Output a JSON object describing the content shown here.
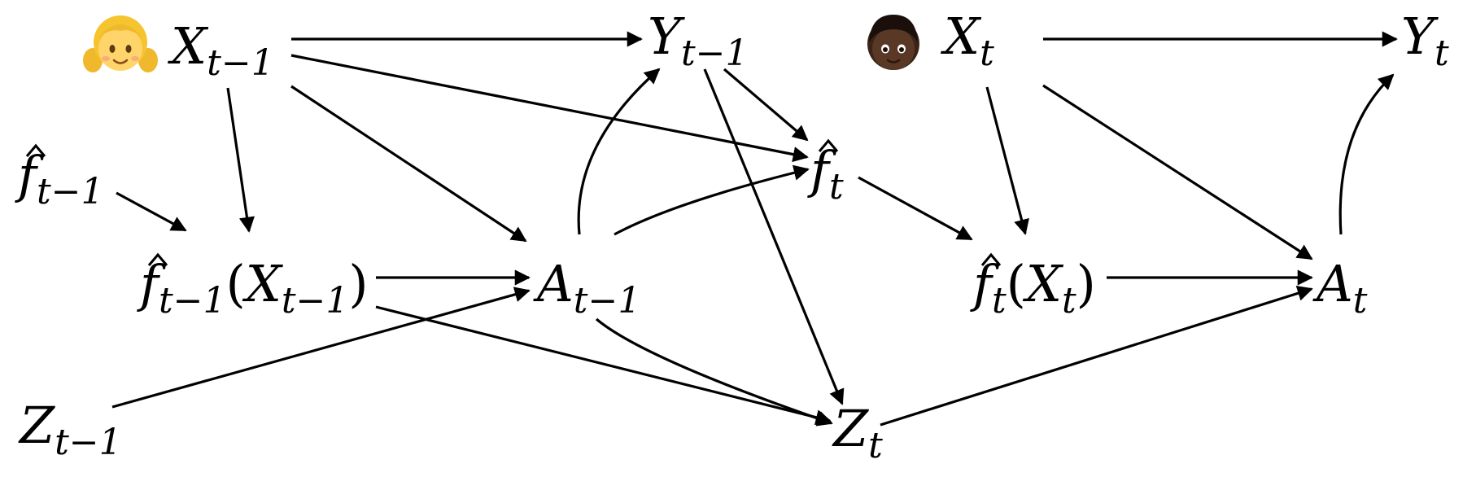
{
  "nodes": {
    "x_prev": {
      "var": "X",
      "sub": "t−1",
      "hat": false,
      "arg": null
    },
    "y_prev": {
      "var": "Y",
      "sub": "t−1",
      "hat": false,
      "arg": null
    },
    "f_prev": {
      "var": "f",
      "sub": "t−1",
      "hat": true,
      "arg": null
    },
    "fx_prev": {
      "var": "f",
      "sub": "t−1",
      "hat": true,
      "arg": {
        "var": "X",
        "sub": "t−1"
      }
    },
    "a_prev": {
      "var": "A",
      "sub": "t−1",
      "hat": false,
      "arg": null
    },
    "z_prev": {
      "var": "Z",
      "sub": "t−1",
      "hat": false,
      "arg": null
    },
    "x_t": {
      "var": "X",
      "sub": "t",
      "hat": false,
      "arg": null
    },
    "y_t": {
      "var": "Y",
      "sub": "t",
      "hat": false,
      "arg": null
    },
    "f_t": {
      "var": "f",
      "sub": "t",
      "hat": true,
      "arg": null
    },
    "fx_t": {
      "var": "f",
      "sub": "t",
      "hat": true,
      "arg": {
        "var": "X",
        "sub": "t"
      }
    },
    "a_t": {
      "var": "A",
      "sub": "t",
      "hat": false,
      "arg": null
    },
    "z_t": {
      "var": "Z",
      "sub": "t",
      "hat": false,
      "arg": null
    }
  },
  "icons": {
    "person_prev": "girl-emoji-icon",
    "person_t": "boy-emoji-icon"
  },
  "edges": [
    {
      "from": "x_prev",
      "to": "y_prev"
    },
    {
      "from": "x_prev",
      "to": "f_t"
    },
    {
      "from": "x_prev",
      "to": "fx_prev"
    },
    {
      "from": "x_prev",
      "to": "a_prev"
    },
    {
      "from": "f_prev",
      "to": "fx_prev"
    },
    {
      "from": "fx_prev",
      "to": "a_prev"
    },
    {
      "from": "fx_prev",
      "to": "z_t"
    },
    {
      "from": "z_prev",
      "to": "a_prev"
    },
    {
      "from": "a_prev",
      "to": "y_prev"
    },
    {
      "from": "a_prev",
      "to": "f_t"
    },
    {
      "from": "a_prev",
      "to": "z_t"
    },
    {
      "from": "y_prev",
      "to": "f_t"
    },
    {
      "from": "y_prev",
      "to": "z_t"
    },
    {
      "from": "f_t",
      "to": "fx_t"
    },
    {
      "from": "x_t",
      "to": "y_t"
    },
    {
      "from": "x_t",
      "to": "fx_t"
    },
    {
      "from": "x_t",
      "to": "a_t"
    },
    {
      "from": "fx_t",
      "to": "a_t"
    },
    {
      "from": "a_t",
      "to": "y_t"
    },
    {
      "from": "z_t",
      "to": "a_t"
    }
  ],
  "colors": {
    "ink": "#000000"
  }
}
